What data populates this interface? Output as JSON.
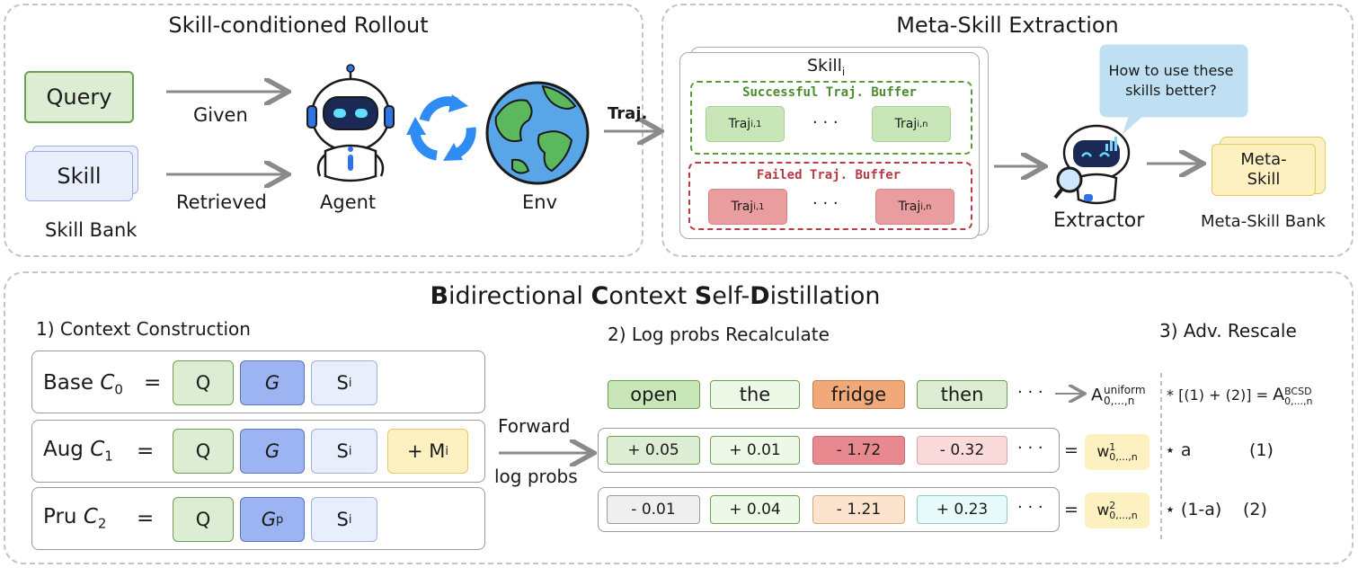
{
  "rollout": {
    "title": "Skill-conditioned Rollout",
    "query": "Query",
    "skill": "Skill",
    "skill_bank": "Skill Bank",
    "given": "Given",
    "retrieved": "Retrieved",
    "agent": "Agent",
    "env": "Env",
    "traj": "Traj."
  },
  "extraction": {
    "title": "Meta-Skill Extraction",
    "skill_i": "Skill",
    "skill_i_sub": "i",
    "successful_buffer": "Successful Traj. Buffer",
    "failed_buffer": "Failed Traj. Buffer",
    "traj": "Traj",
    "traj_sub_1": "i,1",
    "traj_sub_n": "i,n",
    "ellipsis": "· · ·",
    "speech": "How to use these skills better?",
    "extractor": "Extractor",
    "meta_skill": "Meta-Skill",
    "meta_skill_bank": "Meta-Skill Bank"
  },
  "bcsd": {
    "title_parts": [
      "B",
      "idirectional ",
      "C",
      "ontext ",
      "S",
      "elf-",
      "D",
      "istillation"
    ],
    "step1": "1) Context Construction",
    "step2": "2) Log probs Recalculate",
    "step3": "3) Adv. Rescale",
    "contexts": [
      {
        "name": "Base",
        "var": "C",
        "sub": "0",
        "eq": "=",
        "q": "Q",
        "g": "G",
        "g_sub": "",
        "s": "S",
        "s_sub": "i",
        "m": ""
      },
      {
        "name": "Aug",
        "var": "C",
        "sub": "1",
        "eq": "=",
        "q": "Q",
        "g": "G",
        "g_sub": "",
        "s": "S",
        "s_sub": "i",
        "m": "+ M",
        "m_sub": "i"
      },
      {
        "name": "Pru",
        "var": "C",
        "sub": "2",
        "eq": "=",
        "q": "Q",
        "g": "G",
        "g_sub": "p",
        "s": "S",
        "s_sub": "i",
        "m": ""
      }
    ],
    "forward": "Forward",
    "log_probs": "log probs",
    "tokens": [
      "open",
      "the",
      "fridge",
      "then"
    ],
    "row1": [
      "+ 0.05",
      "+ 0.01",
      "- 1.72",
      "- 0.32"
    ],
    "row2": [
      "- 0.01",
      "+ 0.04",
      "- 1.21",
      "+ 0.23"
    ],
    "ellipsis": "· · ·",
    "a_uniform": "A",
    "a_uniform_sup": "uniform",
    "a_sub": "0,...,n",
    "formula": "* [(1) + (2)] =",
    "a_bcsd": "A",
    "a_bcsd_sup": "BCSD",
    "eq": "=",
    "w": "w",
    "w1_sup": "1",
    "w2_sup": "2",
    "w_sub": "0,...,n",
    "mult_a": "⋆ a",
    "mult_1a": "⋆ (1-a)",
    "tag1": "(1)",
    "tag2": "(2)"
  },
  "colors": {
    "green_fill": "#dcedd3",
    "green_border": "#6fa04f",
    "blue_fill": "#e8eefc",
    "blue_border": "#9fb1dc",
    "dark_blue_fill": "#9cb4f2",
    "dark_blue_border": "#5a75c4",
    "yellow_fill": "#fdf1c2",
    "yellow_border": "#e7c95e",
    "red_fill": "#eea0a4",
    "red_dash": "#b83a42",
    "green_dash": "#5f9a3c",
    "orange_fill": "#f2a979",
    "robot_blue": "#2f74e6",
    "arrow_gray": "#8a8a8a"
  }
}
